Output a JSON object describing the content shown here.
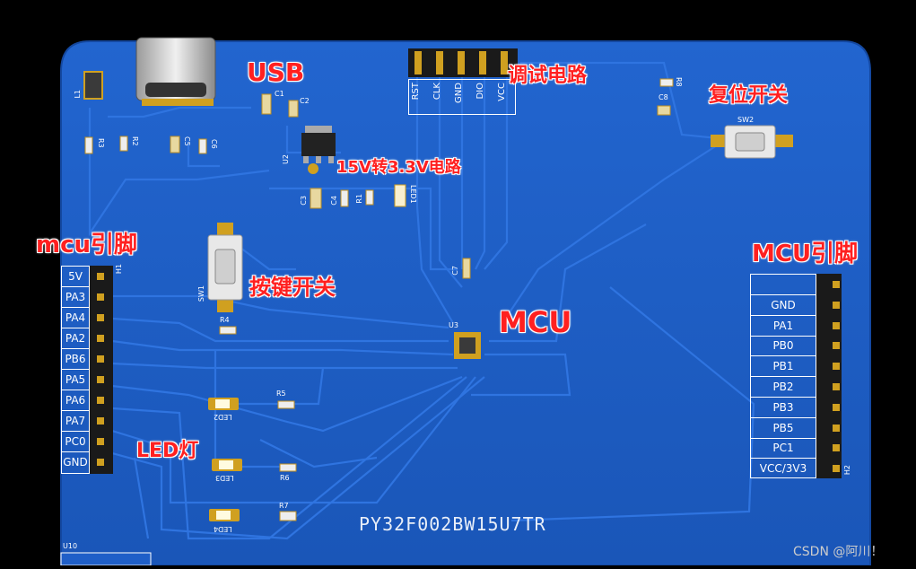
{
  "annotations": {
    "usb": "USB",
    "debug_circuit": "调试电路",
    "reset_switch": "复位开关",
    "regulator": "15V转3.3V电路",
    "mcu_pins_left": "mcu引脚",
    "button_switch": "按键开关",
    "mcu": "MCU",
    "mcu_pins_right": "MCU引脚",
    "led": "LED灯"
  },
  "debug_header_pins": [
    "RST",
    "CLK",
    "GND",
    "DIO",
    "VCC"
  ],
  "left_header": {
    "designator": "H1",
    "pins": [
      "5V",
      "PA3",
      "PA4",
      "PA2",
      "PB6",
      "PA5",
      "PA6",
      "PA7",
      "PC0",
      "GND"
    ]
  },
  "right_header": {
    "designator": "H2",
    "pins": [
      "",
      "GND",
      "PA1",
      "PB0",
      "PB1",
      "PB2",
      "PB3",
      "PB5",
      "PC1",
      "VCC/3V3"
    ]
  },
  "silkscreen": {
    "L1": "L1",
    "C1": "C1",
    "C2": "C2",
    "R3": "R3",
    "R2": "R2",
    "C5": "C5",
    "C6": "C6",
    "U2": "U2",
    "C3": "C3",
    "C4": "C4",
    "R1": "R1",
    "LED1": "LED1",
    "R8": "R8",
    "C8": "C8",
    "SW2": "SW2",
    "SW1": "SW1",
    "R4": "R4",
    "C7": "C7",
    "U3": "U3",
    "R5": "R5",
    "LED2": "LED2",
    "R6": "R6",
    "LED3": "LED3",
    "R7": "R7",
    "LED4": "LED4",
    "U10": "U10"
  },
  "part_number": "PY32F002BW15U7TR",
  "watermark": "CSDN @阿川！",
  "colors": {
    "board": "#1f5fc8",
    "trace": "#2f74e0",
    "annotation": "#ff2020",
    "silkscreen": "#ffffff"
  }
}
